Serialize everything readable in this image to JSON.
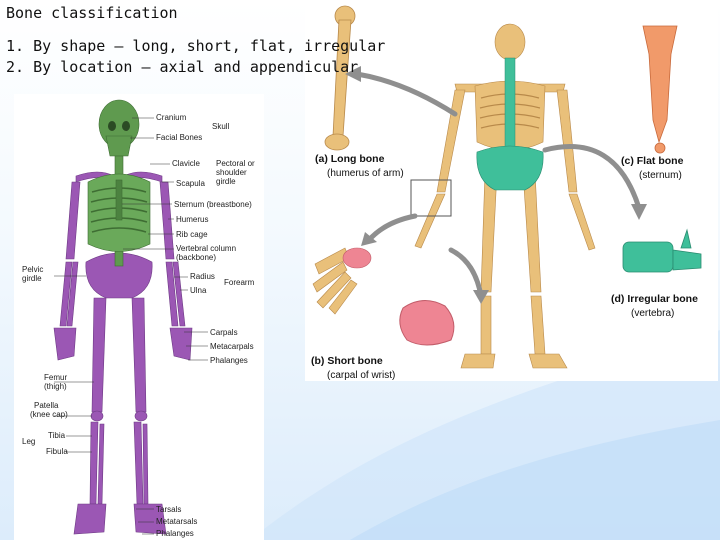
{
  "slide": {
    "title": "Bone classification",
    "items": [
      "1. By shape – long, short, flat, irregular",
      "2. By location – axial and appendicular"
    ]
  },
  "left_figure": {
    "labels": {
      "cranium": "Cranium",
      "skull": "Skull",
      "facial_bones": "Facial Bones",
      "clavicle": "Clavicle",
      "pectoral_girdle": [
        "Pectoral or",
        "shoulder",
        "girdle"
      ],
      "scapula": "Scapula",
      "sternum": "Sternum (breastbone)",
      "humerus": "Humerus",
      "rib_cage": "Rib cage",
      "vertebral_column": [
        "Vertebral column",
        "(backbone)"
      ],
      "radius": "Radius",
      "forearm": "Forearm",
      "ulna": "Ulna",
      "pelvic_girdle": [
        "Pelvic",
        "girdle"
      ],
      "carpals": "Carpals",
      "metacarpals": "Metacarpals",
      "phalanges_hand": "Phalanges",
      "femur": [
        "Femur",
        "(thigh)"
      ],
      "patella": [
        "Patella",
        "(knee cap)"
      ],
      "leg": "Leg",
      "tibia": "Tibia",
      "fibula": "Fibula",
      "tarsals": "Tarsals",
      "metatarsals": "Metatarsals",
      "phalanges_foot": "Phalanges"
    },
    "colors": {
      "axial": "#5f9a4f",
      "appendicular": "#9b57b4"
    }
  },
  "right_figure": {
    "long_bone": {
      "name": "(a) Long bone",
      "example": "(humerus of arm)"
    },
    "short_bone": {
      "name": "(b) Short bone",
      "example": "(carpal of wrist)"
    },
    "flat_bone": {
      "name": "(c) Flat bone",
      "example": "(sternum)"
    },
    "irregular_bone": {
      "name": "(d) Irregular bone",
      "example": "(vertebra)"
    },
    "colors": {
      "bone": "#e9c07a",
      "spine": "#3fbf9a",
      "flat": "#f19a6a",
      "short": "#ee8593"
    }
  }
}
